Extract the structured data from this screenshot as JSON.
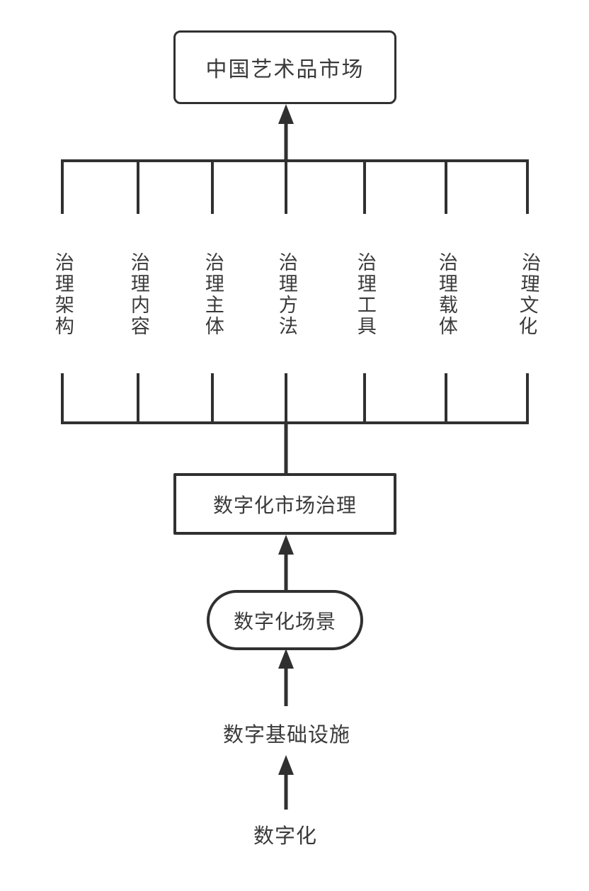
{
  "diagram": {
    "top_node": "中国艺术品市场",
    "branches": [
      "治理架构",
      "治理内容",
      "治理主体",
      "治理方法",
      "治理工具",
      "治理载体",
      "治理文化"
    ],
    "mid_node": "数字化市场治理",
    "scenario_node": "数字化场景",
    "infra_node": "数字基础设施",
    "base_node": "数字化",
    "flow_direction": "bottom-to-top",
    "colors": {
      "line": "#303030",
      "text": "#3a3a3a",
      "background": "#ffffff"
    }
  }
}
